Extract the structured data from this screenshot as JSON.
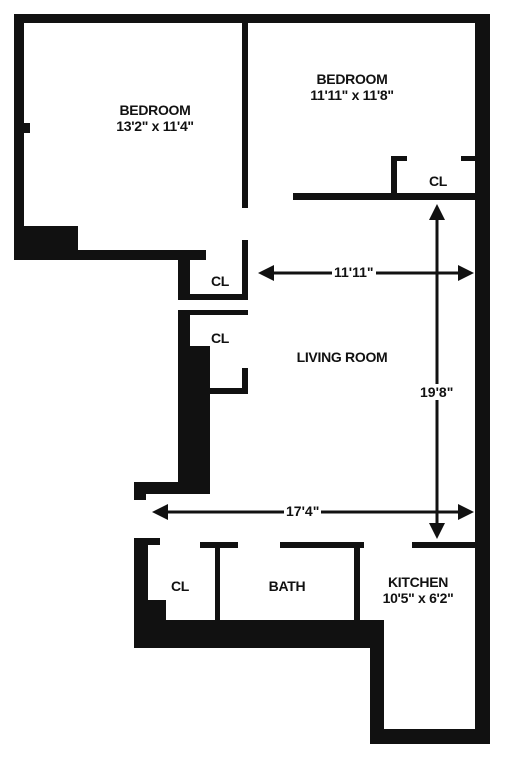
{
  "colors": {
    "wall": "#111111",
    "background": "#ffffff"
  },
  "rooms": {
    "bedroom_left": {
      "name": "BEDROOM",
      "size": "13'2\" x 11'4\""
    },
    "bedroom_right": {
      "name": "BEDROOM",
      "size": "11'11\" x 11'8\""
    },
    "living_room": {
      "name": "LIVING ROOM"
    },
    "kitchen": {
      "name": "KITCHEN",
      "size": "10'5\" x 6'2\""
    },
    "bath": {
      "name": "BATH"
    },
    "closet_bedroom": {
      "name": "CL"
    },
    "closet_hall_1": {
      "name": "CL"
    },
    "closet_hall_2": {
      "name": "CL"
    },
    "closet_bath": {
      "name": "CL"
    }
  },
  "dimensions": {
    "living_width": "11'11\"",
    "living_height": "19'8\"",
    "overall_width": "17'4\""
  }
}
